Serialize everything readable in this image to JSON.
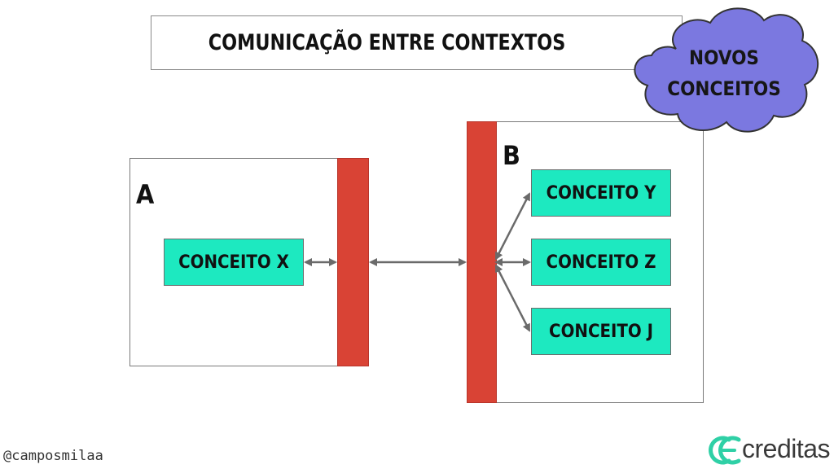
{
  "title": "COMUNICAÇÃO ENTRE CONTEXTOS",
  "callout": {
    "line1": "NOVOS",
    "line2": "CONCEITOS",
    "color": "#7b78e0",
    "icon": "cloud-icon"
  },
  "contexts": {
    "a": {
      "label": "A",
      "concepts": [
        "CONCEITO X"
      ]
    },
    "b": {
      "label": "B",
      "concepts": [
        "CONCEITO Y",
        "CONCEITO Z",
        "CONCEITO J"
      ]
    }
  },
  "colors": {
    "boundary": "#d94335",
    "concept": "#1de9c0",
    "brand": "#2fd0a6"
  },
  "footer": {
    "handle": "@camposmilaa",
    "brand": "creditas",
    "brand_icon": "creditas-logo-icon"
  }
}
